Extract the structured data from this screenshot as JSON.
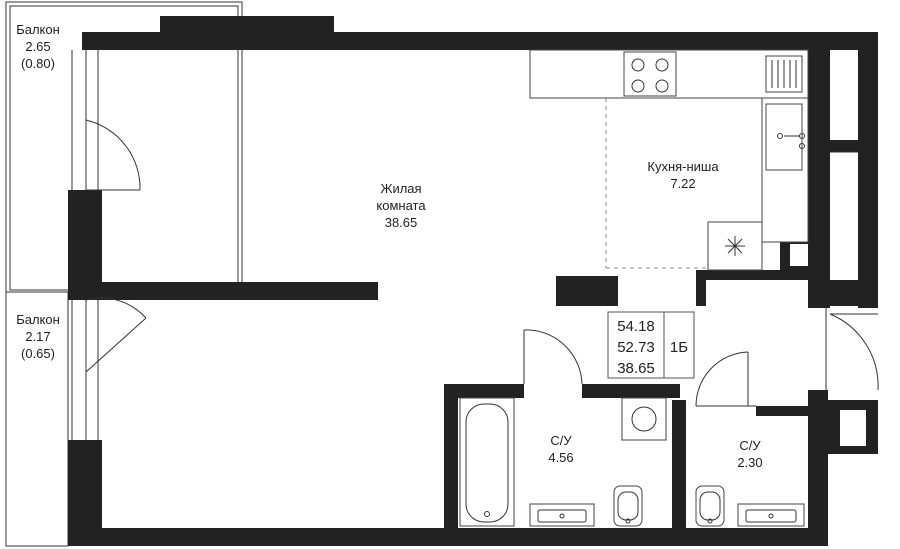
{
  "rooms": {
    "balcony_top": {
      "name": "Балкон",
      "area": "2.65",
      "sub": "(0.80)"
    },
    "balcony_bottom": {
      "name": "Балкон",
      "area": "2.17",
      "sub": "(0.65)"
    },
    "living": {
      "name_line1": "Жилая",
      "name_line2": "комната",
      "area": "38.65"
    },
    "kitchen": {
      "name": "Кухня-ниша",
      "area": "7.22"
    },
    "bath_large": {
      "name": "С/У",
      "area": "4.56"
    },
    "bath_small": {
      "name": "С/У",
      "area": "2.30"
    }
  },
  "summary": {
    "total_area": "54.18",
    "area_excl_balcony": "52.73",
    "living_area": "38.65",
    "apartment_type": "1Б"
  }
}
